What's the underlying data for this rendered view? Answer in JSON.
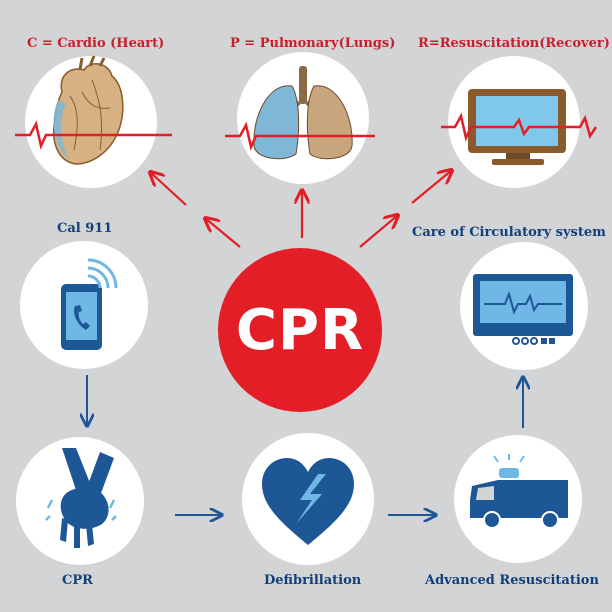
{
  "labels": {
    "cardio": "C = Cardio (Heart)",
    "pulmonary": "P = Pulmonary(Lungs)",
    "resuscitation": "R=Resuscitation(Recover)",
    "call": "Cal 911",
    "circulatory": "Care of Circulatory system",
    "cpr_step": "CPR",
    "defibrillation": "Defibrillation",
    "advanced": "Advanced Resuscitation"
  },
  "center": {
    "text": "CPR"
  },
  "colors": {
    "background": "#d3d4d6",
    "red": "#e31e26",
    "red_text": "#c81e2a",
    "blue": "#1e5796",
    "blue_text": "#123f7a",
    "white": "#ffffff"
  },
  "icons": [
    "heart-icon",
    "lungs-icon",
    "monitor-icon",
    "phone-icon",
    "cardiac-monitor-icon",
    "hands-icon",
    "defibrillation-heart-icon",
    "ambulance-icon"
  ]
}
